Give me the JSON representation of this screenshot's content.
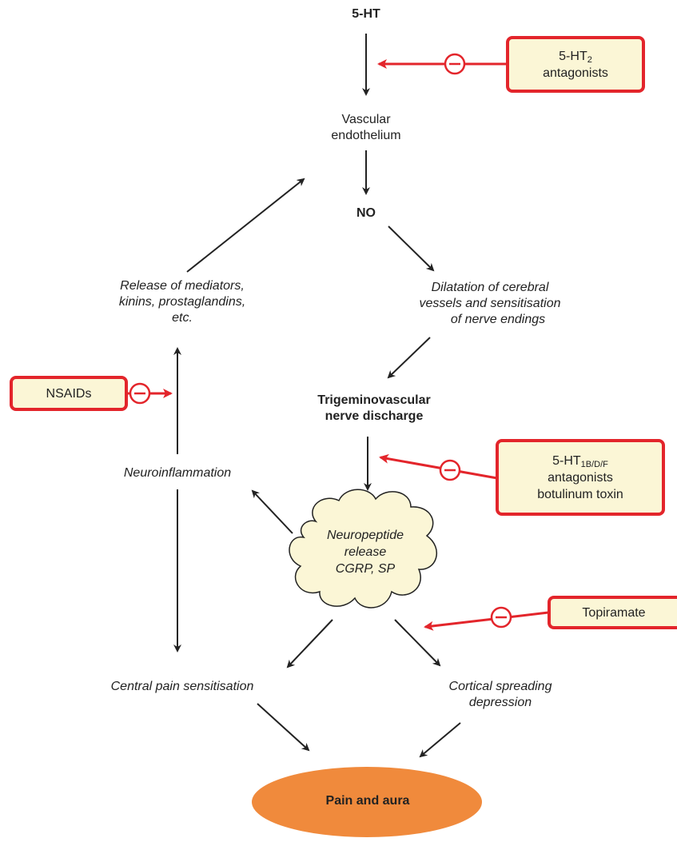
{
  "nodes": {
    "serotonin": "5-HT",
    "vascular_endothelium": [
      "Vascular",
      "endothelium"
    ],
    "no": "NO",
    "dilatation": [
      "Dilatation of cerebral",
      "vessels and sensitisation",
      "of nerve endings"
    ],
    "release_mediators": [
      "Release of mediators,",
      "kinins, prostaglandins,",
      "etc."
    ],
    "trigeminovascular": [
      "Trigeminovascular",
      "nerve discharge"
    ],
    "neuroinflammation": "Neuroinflammation",
    "neuropeptide": [
      "Neuropeptide",
      "release",
      "CGRP, SP"
    ],
    "central_pain": "Central pain sensitisation",
    "cortical_spreading": [
      "Cortical spreading",
      "depression"
    ],
    "pain_aura": "Pain and aura"
  },
  "inhibitors": {
    "ht2": {
      "base": "5-HT",
      "sub": "2",
      "line2": "antagonists"
    },
    "nsaids": "NSAIDs",
    "ht1": {
      "base": "5-HT",
      "sub": "1B/D/F",
      "line2": "antagonists",
      "line3": "botulinum toxin"
    },
    "topiramate": "Topiramate"
  },
  "colors": {
    "inhibitor_red": "#e3252b",
    "box_fill": "#fbf6d6",
    "cloud_fill": "#fbf6d6",
    "oval_fill": "#f08a3c",
    "arrow": "#222222"
  }
}
